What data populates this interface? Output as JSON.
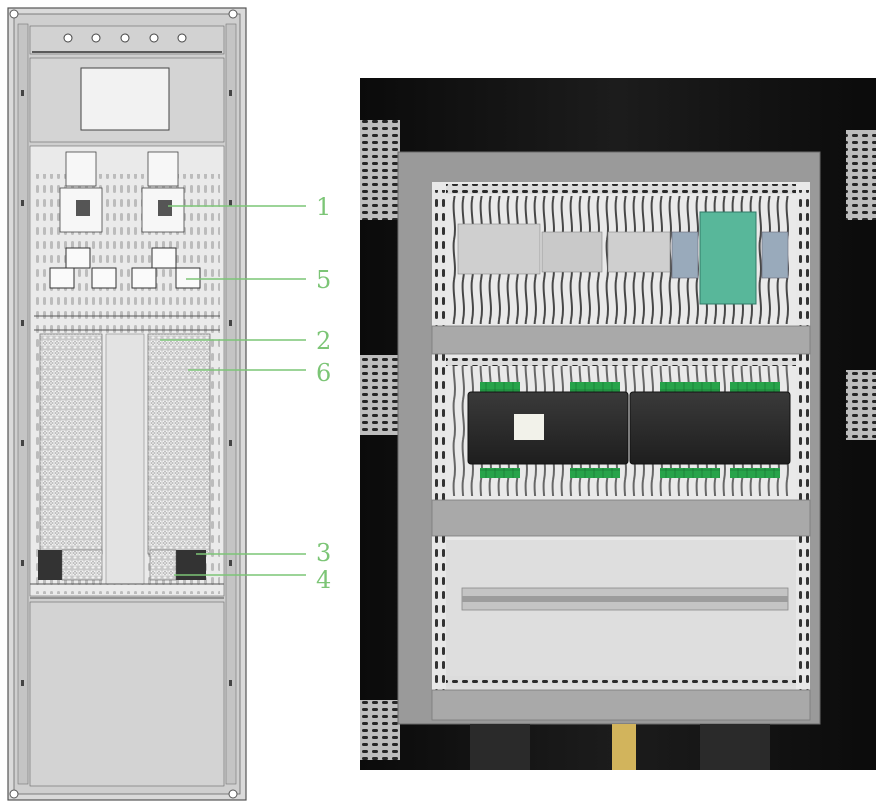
{
  "figure": {
    "left_panel": "cabinet-line-drawing",
    "right_panel": "cabinet-photo",
    "callout_color": "#7cc576",
    "callouts": [
      {
        "label": "1"
      },
      {
        "label": "5"
      },
      {
        "label": "2"
      },
      {
        "label": "6"
      },
      {
        "label": "3"
      },
      {
        "label": "4"
      }
    ]
  }
}
